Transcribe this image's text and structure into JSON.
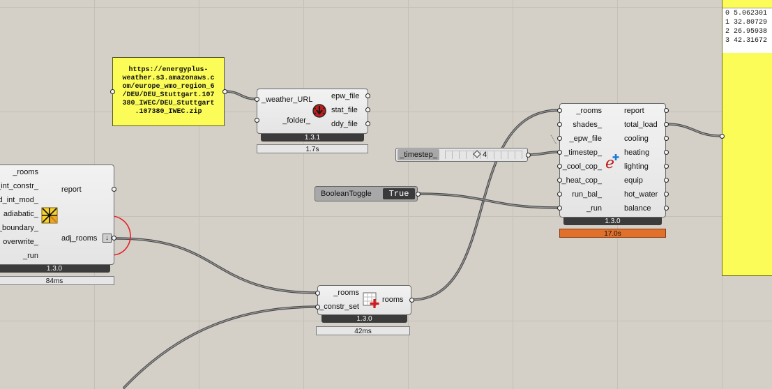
{
  "panel_url": {
    "text": "https://energyplus-weather.s3.amazonaws.com/europe_wmo_region_6/DEU/DEU_Stuttgart.107380_IWEC/DEU_Stuttgart.107380_IWEC.zip",
    "lines": [
      "https://energyplus-",
      "weather.s3.amazonaws.c",
      "om/europe_wmo_region_6",
      "/DEU/DEU_Stuttgart.107",
      "380_IWEC/DEU_Stuttgart",
      ".107380_IWEC.zip"
    ]
  },
  "weather_comp": {
    "inputs": [
      "_weather_URL",
      "_folder_"
    ],
    "outputs": [
      "epw_file",
      "stat_file",
      "ddy_file"
    ],
    "version": "1.3.1",
    "time": "1.7s",
    "icon": "download-weather-icon"
  },
  "left_comp": {
    "inputs": [
      "_rooms",
      "_int_constr_",
      "d_int_mod_",
      "adiabatic_",
      "_boundary_",
      "overwrite_",
      "_run"
    ],
    "outputs": [
      "report",
      "adj_rooms"
    ],
    "version": "1.3.0",
    "time": "84ms",
    "icon": "solve-adjacency-icon"
  },
  "timestep_slider": {
    "label": "_timestep_",
    "value": "4"
  },
  "bool_toggle": {
    "label": "BooleanToggle",
    "value": "True"
  },
  "energy_comp": {
    "inputs": [
      "_rooms",
      "shades_",
      "_epw_file",
      "_timestep_",
      "_cool_cop_",
      "_heat_cop_",
      "run_bal_",
      "_run"
    ],
    "outputs": [
      "report",
      "total_load",
      "cooling",
      "heating",
      "lighting",
      "equip",
      "hot_water",
      "balance"
    ],
    "version": "1.3.0",
    "time": "17.0s",
    "icon": "energyplus-icon"
  },
  "rooms_comp": {
    "inputs": [
      "_rooms",
      "_constr_set"
    ],
    "outputs": [
      "rooms"
    ],
    "version": "1.3.0",
    "time": "42ms",
    "icon": "construction-set-icon"
  },
  "panel_out": {
    "rows": [
      {
        "index": "0",
        "value": "5.062301"
      },
      {
        "index": "1",
        "value": "32.80729"
      },
      {
        "index": "2",
        "value": "26.95938"
      },
      {
        "index": "3",
        "value": "42.31672"
      }
    ]
  },
  "colors": {
    "canvas": "#d4d0c8",
    "panel_yellow": "#fcfc58",
    "slow_time_orange": "#e0702a",
    "annotation_red": "#e8202a"
  }
}
